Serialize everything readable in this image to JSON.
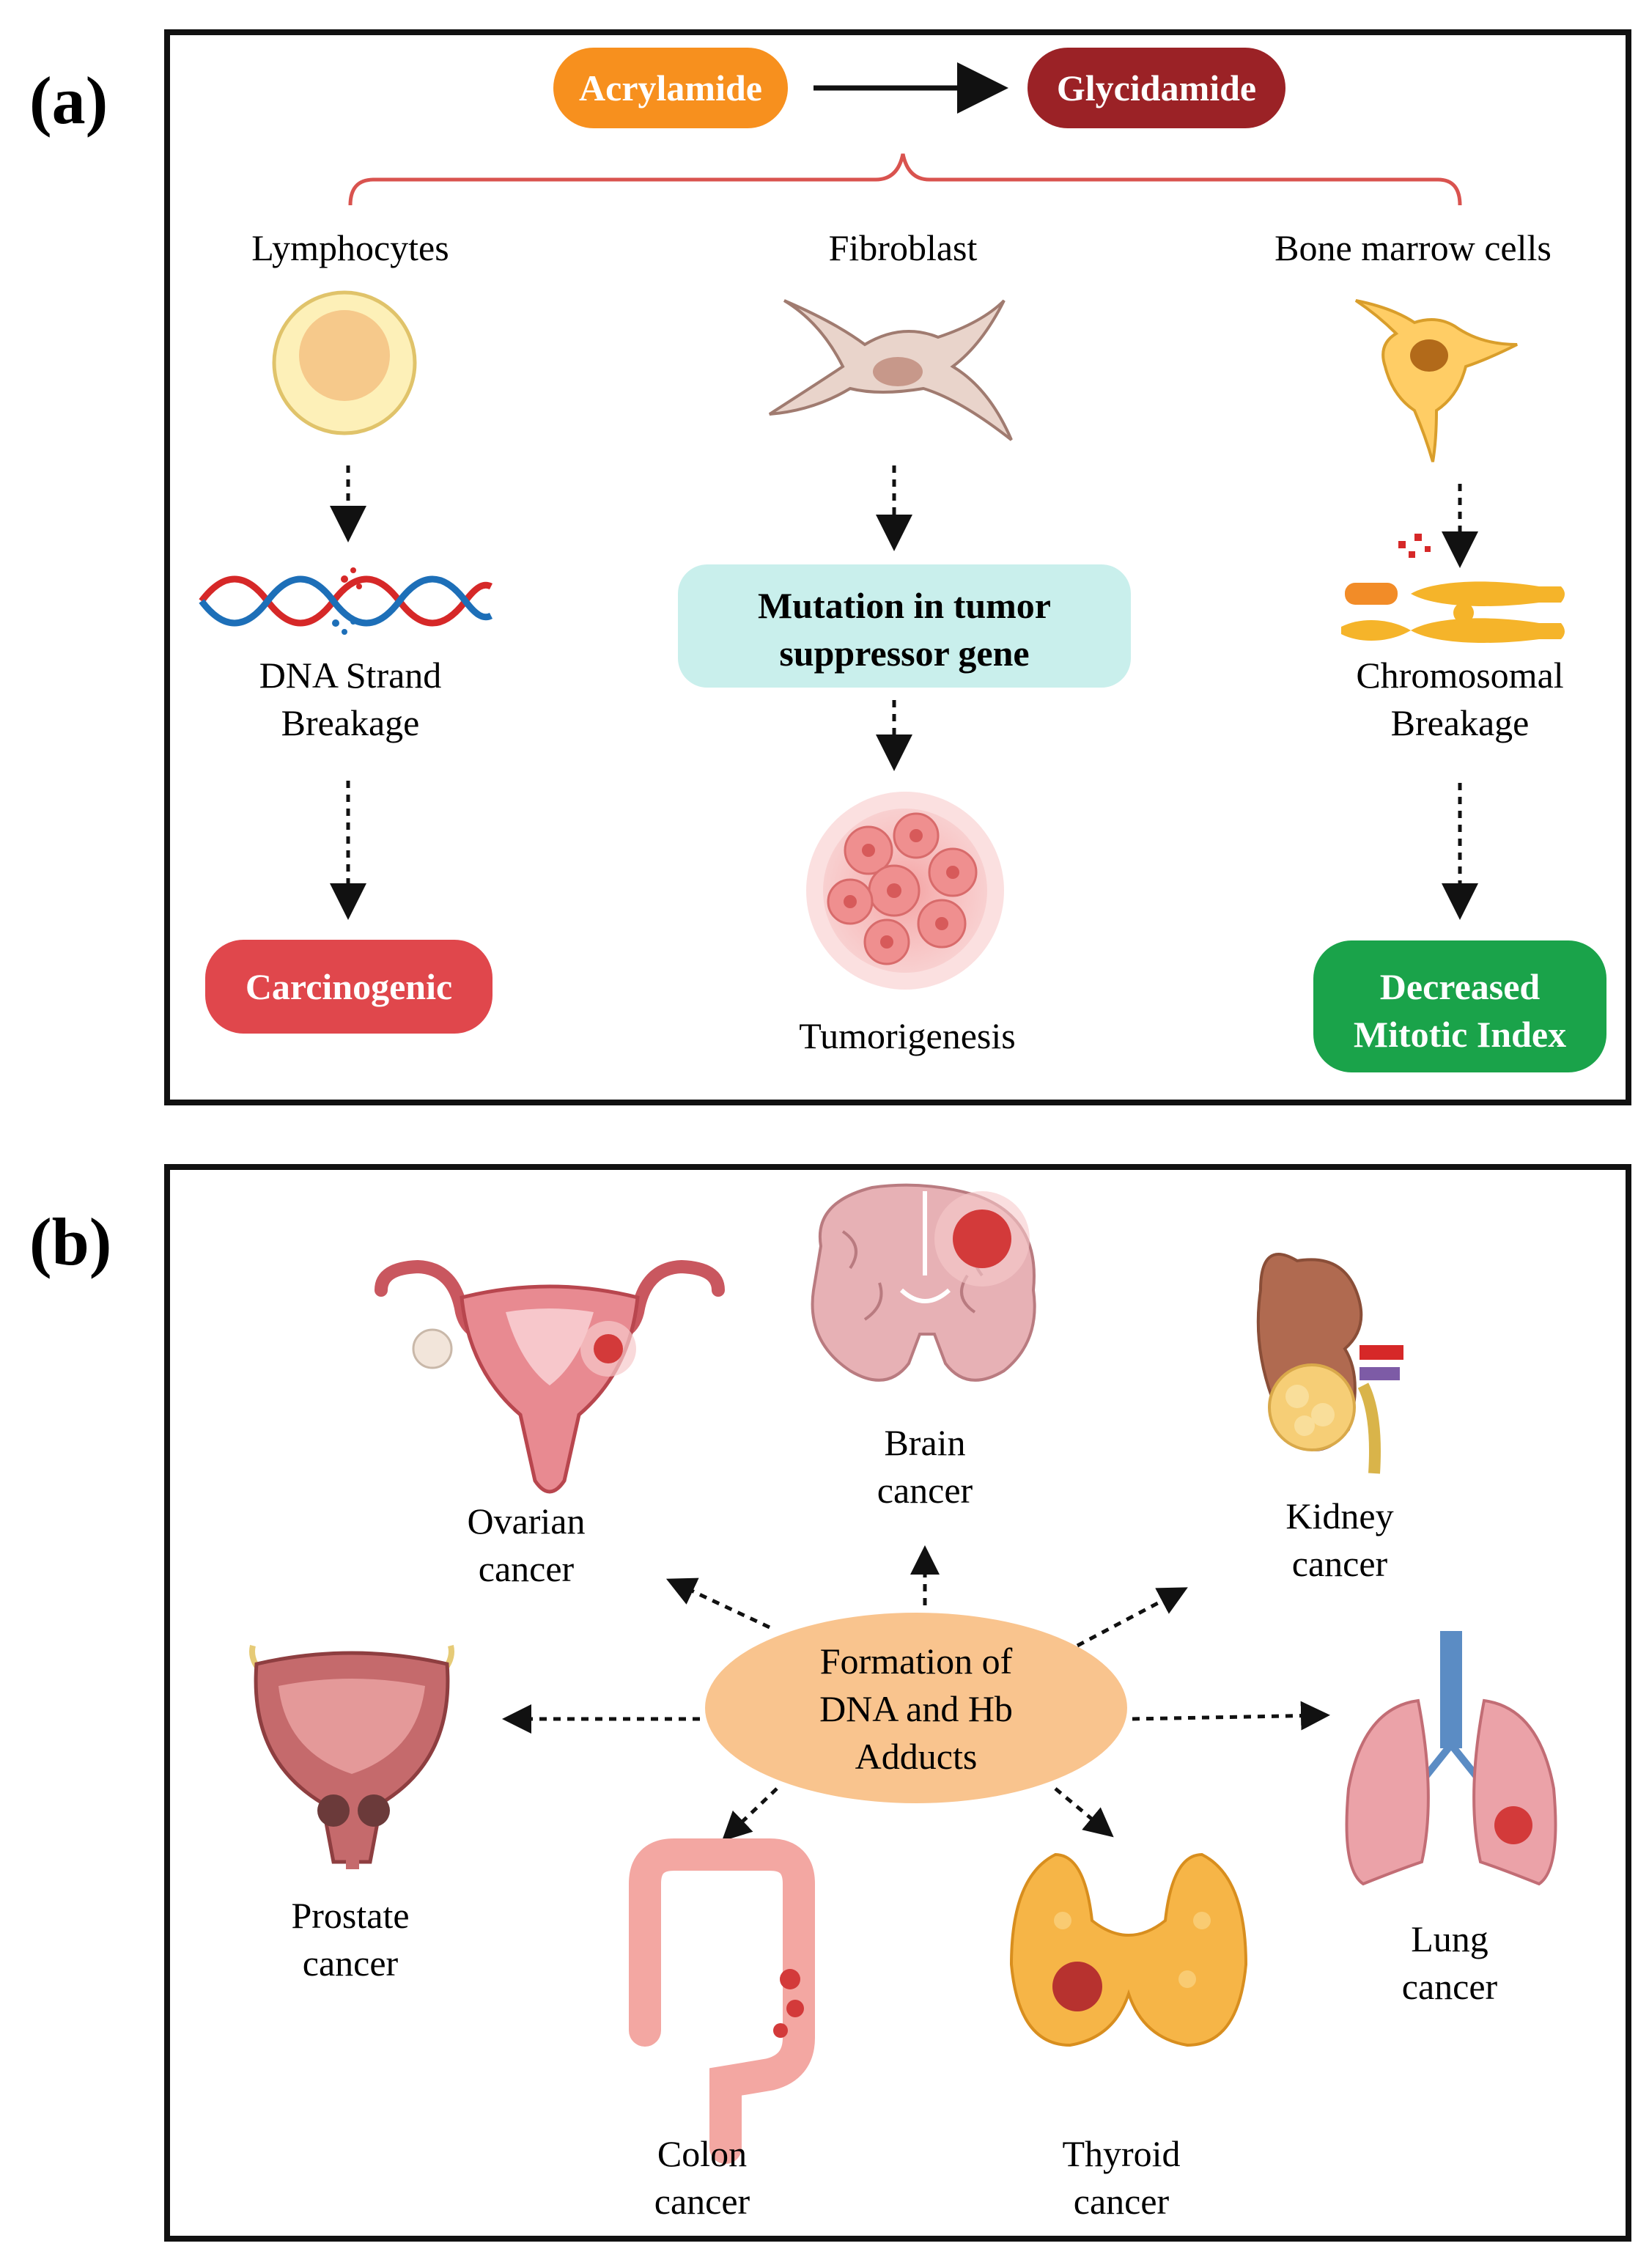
{
  "panel_a": {
    "label": "(a)",
    "acrylamide": "Acrylamide",
    "glycidamide": "Glycidamide",
    "lymphocytes": "Lymphocytes",
    "fibroblast": "Fibroblast",
    "bone_marrow": "Bone marrow cells",
    "dna_break_1": "DNA Strand",
    "dna_break_2": "Breakage",
    "mutation_1": "Mutation in tumor",
    "mutation_2": "suppressor gene",
    "chromo_1": "Chromosomal",
    "chromo_2": "Breakage",
    "carcinogenic": "Carcinogenic",
    "tumorigenesis": "Tumorigenesis",
    "mitotic_1": "Decreased",
    "mitotic_2": "Mitotic Index"
  },
  "panel_b": {
    "label": "(b)",
    "center_1": "Formation of",
    "center_2": "DNA and Hb",
    "center_3": "Adducts",
    "ovarian_1": "Ovarian",
    "ovarian_2": "cancer",
    "brain_1": "Brain",
    "brain_2": "cancer",
    "kidney_1": "Kidney",
    "kidney_2": "cancer",
    "prostate_1": "Prostate",
    "prostate_2": "cancer",
    "lung_1": "Lung",
    "lung_2": "cancer",
    "colon_1": "Colon",
    "colon_2": "cancer",
    "thyroid_1": "Thyroid",
    "thyroid_2": "cancer"
  },
  "colors": {
    "acrylamide": "#F7901E",
    "glycidamide": "#9B2226",
    "carcinogenic": "#E0474C",
    "mitotic": "#1AA34A",
    "mutation_box": "#C9EFEC",
    "center_ellipse": "#F9C48E",
    "brace": "#D9534F"
  }
}
